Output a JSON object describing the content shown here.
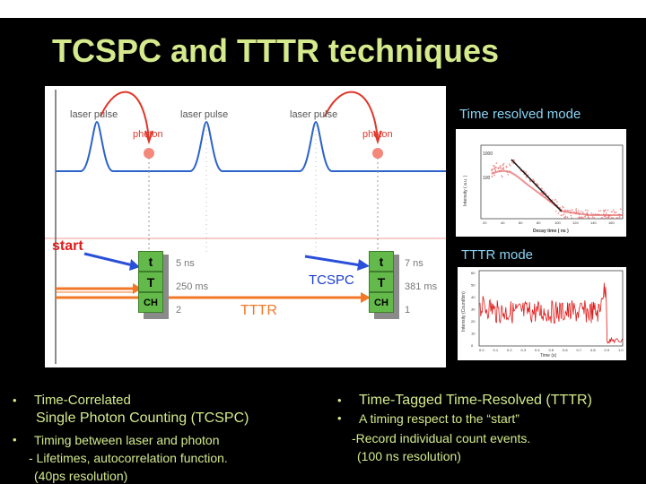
{
  "title": "TCSPC and TTTR techniques",
  "diagram": {
    "laser_pulse": "laser pulse",
    "photon": "photon",
    "start": "start",
    "tcspc": "TCSPC",
    "tttr": "TTTR",
    "register_labels": {
      "t": "t",
      "T": "T",
      "ch": "CH"
    },
    "left_values": [
      "5 ns",
      "250 ms",
      "2"
    ],
    "right_values": [
      "7 ns",
      "381 ms",
      "1"
    ]
  },
  "side": {
    "time_resolved_mode": "Time resolved mode",
    "tttr_mode": "TTTR mode",
    "decay_plot": {
      "ylabel": "Intensity ( a.u. )",
      "xlabel": "Decay time ( ns )",
      "yticks": [
        "1000",
        "100"
      ],
      "xticks": [
        "20",
        "40",
        "60",
        "80",
        "100",
        "120",
        "140",
        "160"
      ]
    },
    "trace_plot": {
      "ylabel": "Intensity (Count/bin)",
      "xlabel": "Time (s)",
      "yticks": [
        "60",
        "50",
        "40",
        "30",
        "20",
        "10",
        "0"
      ],
      "xticks": [
        "0.0",
        "0.1",
        "0.2",
        "0.3",
        "0.4",
        "0.5",
        "0.6",
        "0.7",
        "0.8",
        "0.9",
        "1.0"
      ]
    }
  },
  "bullets_left": {
    "b1_line1": "Time-Correlated",
    "b1_line2": "Single Photon Counting (TCSPC)",
    "b2": "Timing between laser and photon",
    "b2_sub1": "- Lifetimes, autocorrelation function.",
    "b2_sub2": "(40ps  resolution)"
  },
  "bullets_right": {
    "b1": "Time-Tagged Time-Resolved (TTTR)",
    "b2": "A timing respect to the “start”",
    "b2_sub1": "-Record individual count events.",
    "b2_sub2": "(100 ns resolution)"
  },
  "bullet_char": "•",
  "colors": {
    "title": "#d4ea8c",
    "side_titles": "#8ad4f4",
    "start": "#e01b1b",
    "tcspc_arrow": "#2a4fd8",
    "tttr_arrow": "#f07828",
    "register": "#63b94a"
  }
}
